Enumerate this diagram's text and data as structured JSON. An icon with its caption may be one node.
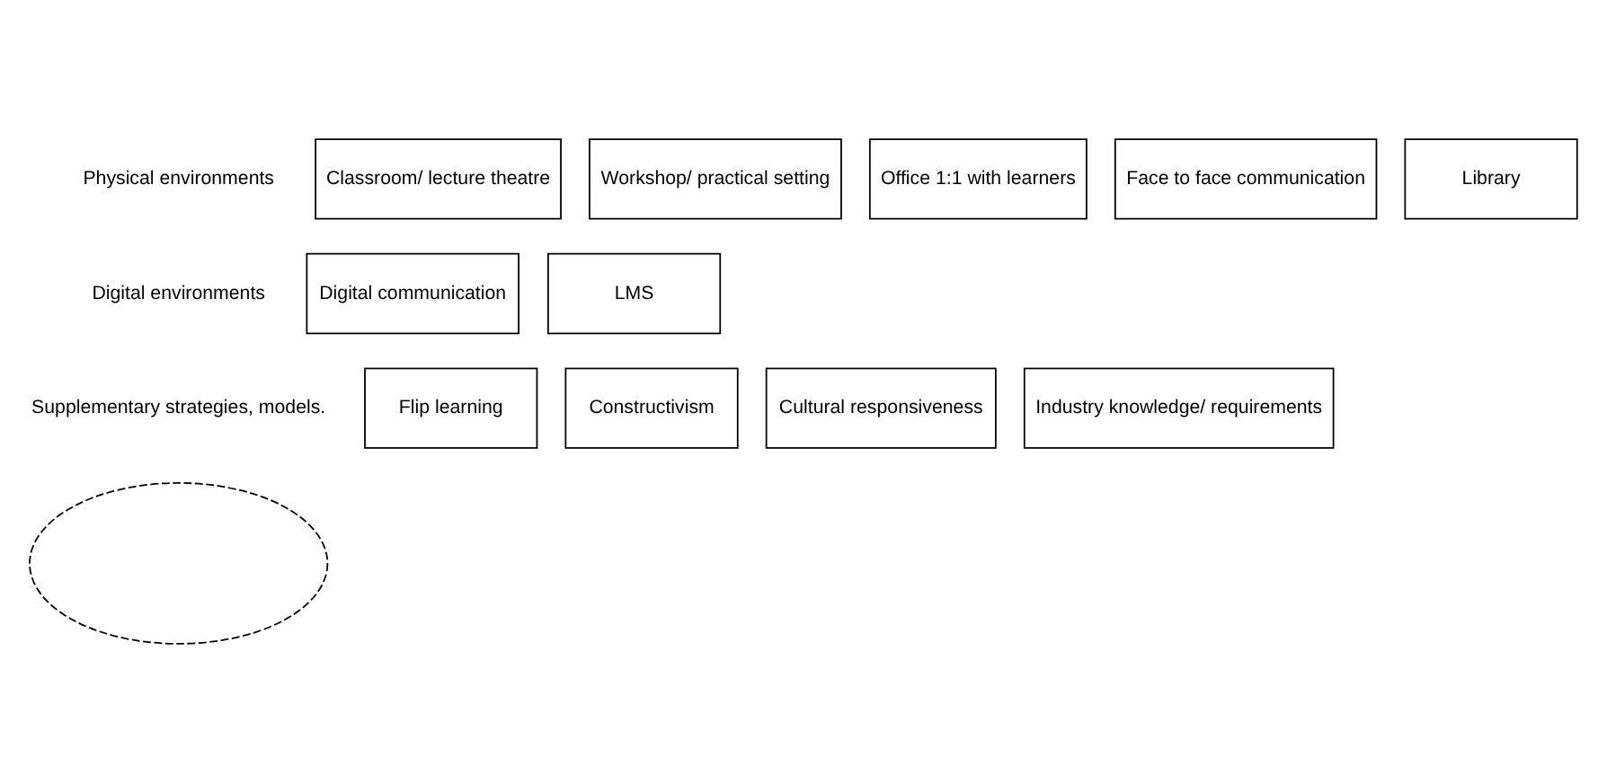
{
  "diagram": {
    "nodes": [
      {
        "text": [
          "Classroom/ lecture theatre"
        ]
      },
      {
        "text": [
          "Workshop/ practical setting"
        ]
      },
      {
        "text": [
          "Office 1:1 with learners"
        ]
      },
      {
        "text": [
          "Face to face communication"
        ]
      },
      {
        "text": [
          "Library"
        ]
      },
      {
        "text": [
          "Digital communication"
        ]
      },
      {
        "text": [
          "LMS"
        ]
      },
      {
        "text": [
          "Flip learning"
        ]
      },
      {
        "text": [
          "Constructivism"
        ]
      },
      {
        "text": [
          "Cultural responsiveness"
        ]
      },
      {
        "text": [
          "Industry knowledge/ requirements"
        ]
      },
      {
        "text": [],
        "shape": "ellipse"
      }
    ],
    "edges": [],
    "labels": [
      "Physical environments",
      "Digital environments",
      "Supplementary strategies, models."
    ]
  }
}
